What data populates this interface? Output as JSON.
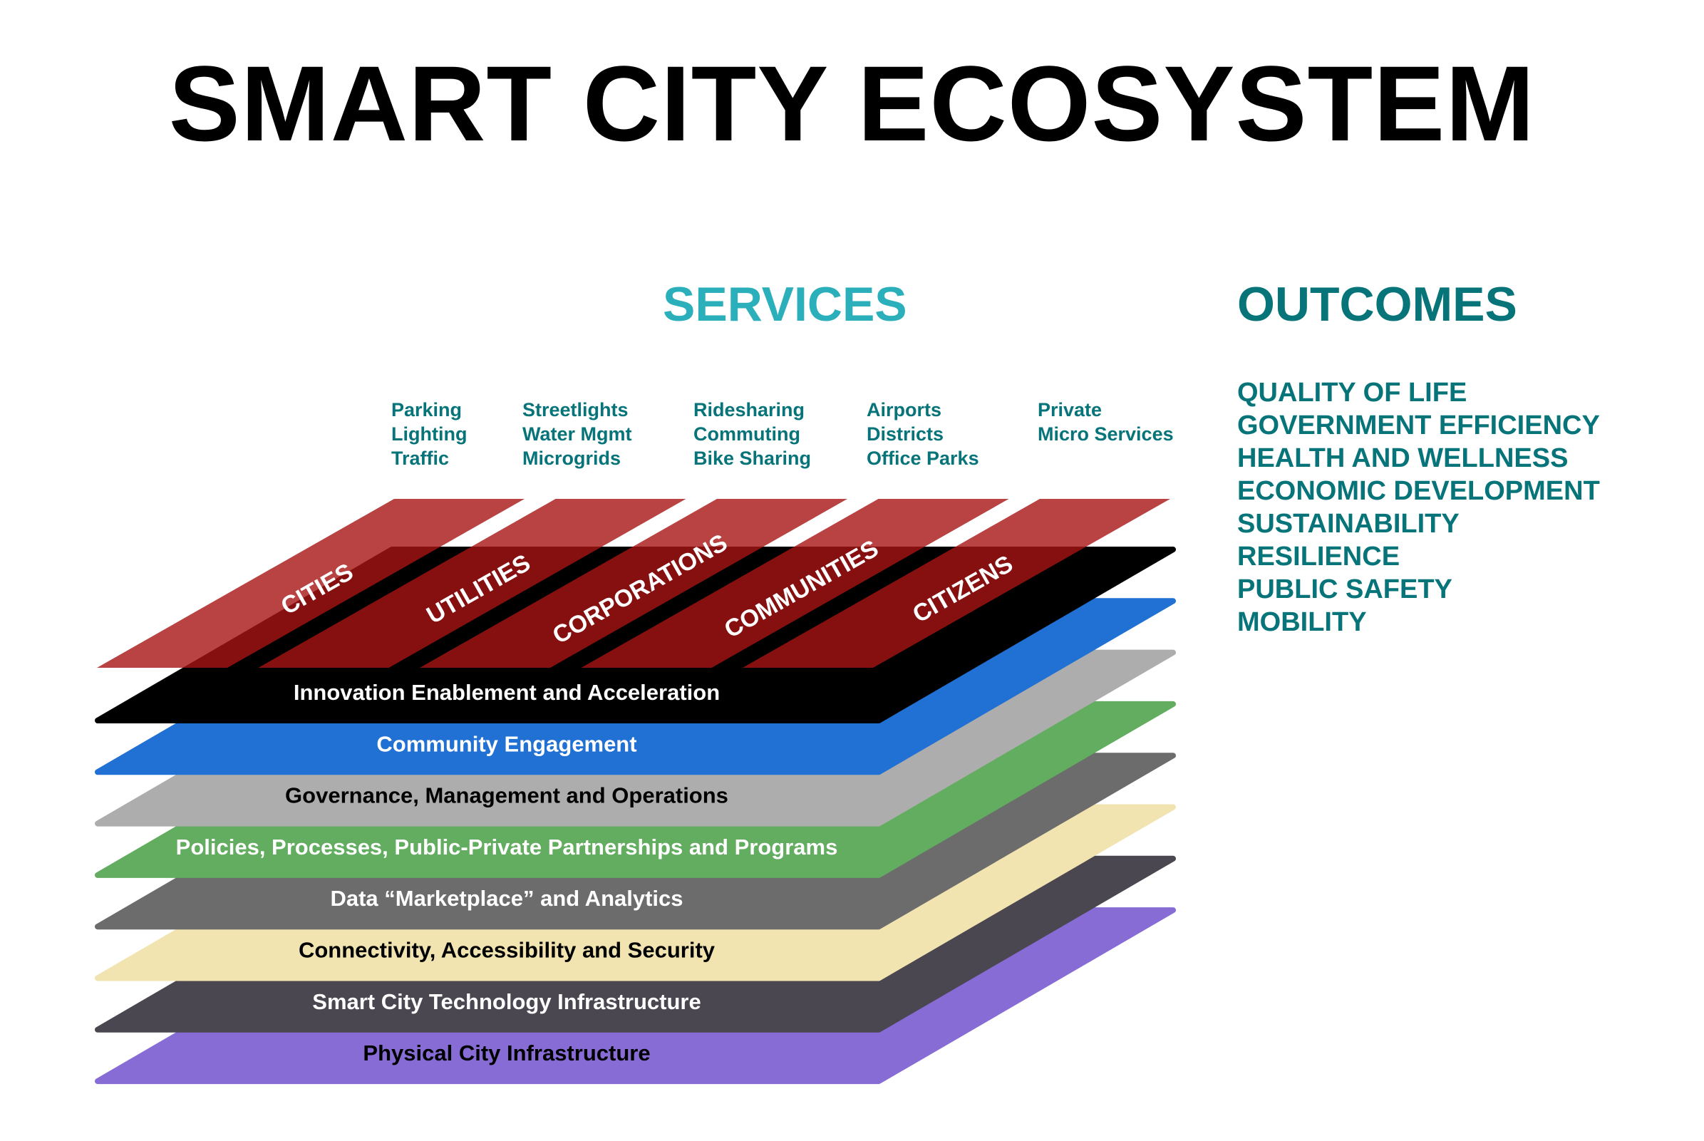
{
  "title": "SMART CITY ECOSYSTEM",
  "colors": {
    "services_title": "#2aafbb",
    "teal_text": "#067479",
    "strip_fill": "#a81414",
    "strip_opacity": 0.8
  },
  "services": {
    "title": "SERVICES",
    "columns": [
      {
        "lines": [
          "Parking",
          "Lighting",
          "Traffic"
        ]
      },
      {
        "lines": [
          "Streetlights",
          "Water Mgmt",
          "Microgrids"
        ]
      },
      {
        "lines": [
          "Ridesharing",
          "Commuting",
          "Bike Sharing"
        ]
      },
      {
        "lines": [
          "Airports",
          "Districts",
          "Office Parks"
        ]
      },
      {
        "lines": [
          "Private",
          "Micro Services"
        ]
      }
    ]
  },
  "outcomes": {
    "title": "OUTCOMES",
    "items": [
      "QUALITY OF LIFE",
      "GOVERNMENT EFFICIENCY",
      "HEALTH AND WELLNESS",
      "ECONOMIC DEVELOPMENT",
      "SUSTAINABILITY",
      "RESILIENCE",
      "PUBLIC SAFETY",
      "MOBILITY"
    ]
  },
  "stakeholders": [
    "CITIES",
    "UTILITIES",
    "CORPORATIONS",
    "COMMUNITIES",
    "CITIZENS"
  ],
  "layers": [
    {
      "label": "Innovation Enablement and Acceleration",
      "fill": "#000000",
      "text": "#ffffff"
    },
    {
      "label": "Community Engagement",
      "fill": "#2170d3",
      "text": "#ffffff"
    },
    {
      "label": "Governance, Management and Operations",
      "fill": "#adadad",
      "text": "#000000"
    },
    {
      "label": "Policies, Processes, Public-Private Partnerships and Programs",
      "fill": "#62ad5f",
      "text": "#ffffff"
    },
    {
      "label": "Data “Marketplace” and Analytics",
      "fill": "#6c6c6c",
      "text": "#ffffff"
    },
    {
      "label": "Connectivity, Accessibility and Security",
      "fill": "#f1e4b0",
      "text": "#000000"
    },
    {
      "label": "Smart City Technology Infrastructure",
      "fill": "#4a4750",
      "text": "#ffffff"
    },
    {
      "label": "Physical City Infrastructure",
      "fill": "#866cd4",
      "text": "#000000"
    }
  ]
}
